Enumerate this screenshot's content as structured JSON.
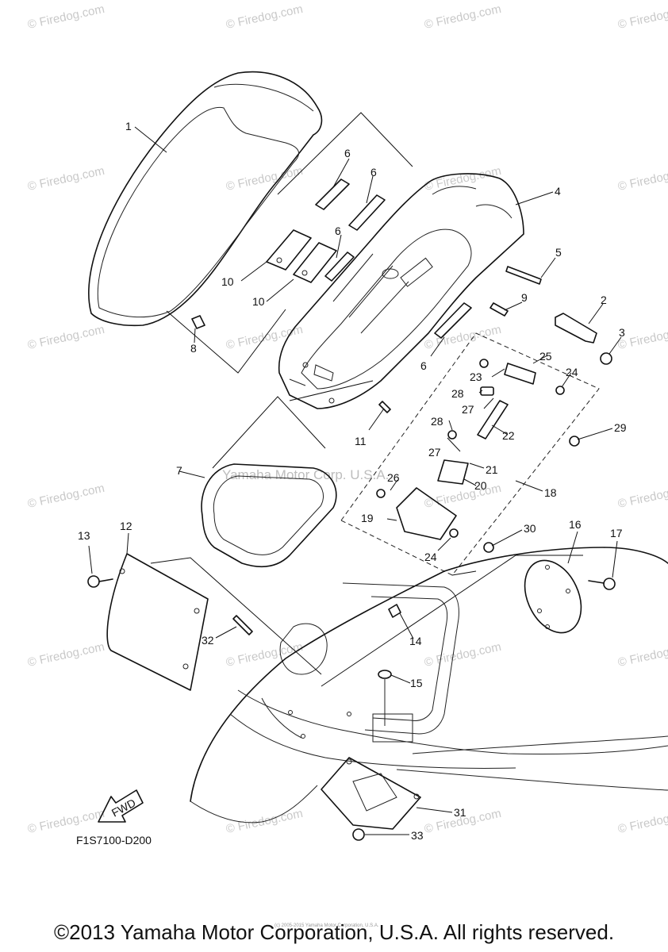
{
  "diagram": {
    "callouts": [
      "1",
      "2",
      "3",
      "4",
      "5",
      "6",
      "6",
      "6",
      "6",
      "7",
      "8",
      "9",
      "10",
      "10",
      "11",
      "12",
      "13",
      "14",
      "15",
      "16",
      "17",
      "18",
      "19",
      "20",
      "21",
      "22",
      "23",
      "24",
      "24",
      "25",
      "26",
      "27",
      "27",
      "28",
      "28",
      "29",
      "30",
      "31",
      "32",
      "33"
    ],
    "drawing_code": "F1S7100-D200",
    "fwd_label": "FWD",
    "watermark": "© Firedog.com",
    "watermark_mid": "Yamaha Motor Corp. U.S.A.",
    "fine_print": "(c) 2005-2015 Yamaha Motor Corporation, U.S.A."
  },
  "copyright": "©2013 Yamaha Motor Corporation, U.S.A. All rights reserved."
}
